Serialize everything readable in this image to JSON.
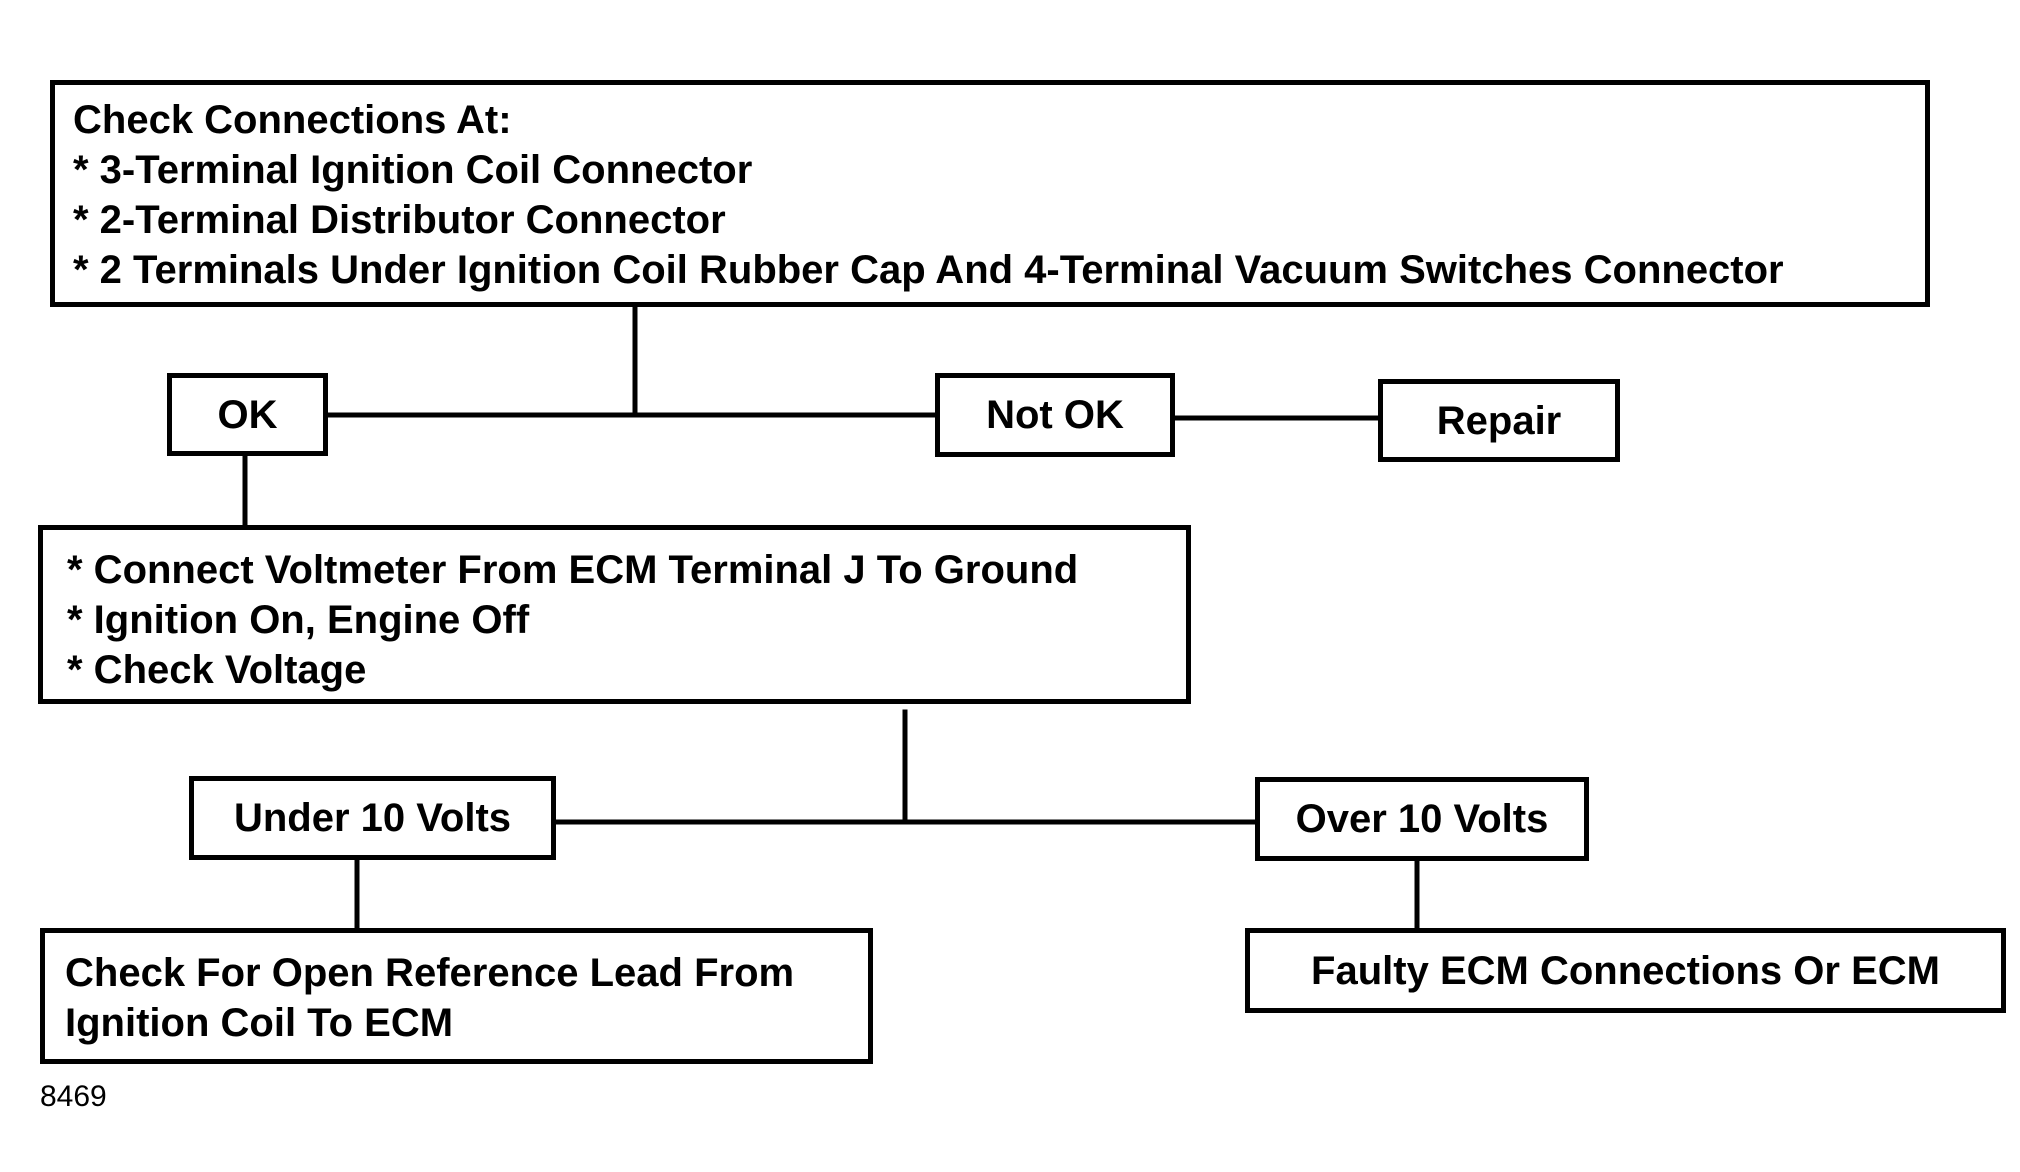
{
  "check_connections": {
    "heading": "Check Connections At:",
    "items": [
      "* 3-Terminal Ignition Coil Connector",
      "* 2-Terminal Distributor Connector",
      "* 2 Terminals Under Ignition Coil Rubber Cap And 4-Terminal Vacuum Switches Connector"
    ]
  },
  "ok_label": "OK",
  "not_ok_label": "Not OK",
  "repair_label": "Repair",
  "voltmeter_check": {
    "items": [
      "* Connect Voltmeter From ECM Terminal J To Ground",
      "* Ignition On, Engine Off",
      "* Check Voltage"
    ]
  },
  "under_10_volts_label": "Under 10 Volts",
  "over_10_volts_label": "Over 10 Volts",
  "open_reference_lead": {
    "lines": [
      "Check For Open Reference Lead From",
      "Ignition Coil To ECM"
    ]
  },
  "faulty_ecm_label": "Faulty ECM Connections Or ECM",
  "figure_number": "8469",
  "colors": {
    "line": "#000000",
    "background": "#ffffff"
  }
}
